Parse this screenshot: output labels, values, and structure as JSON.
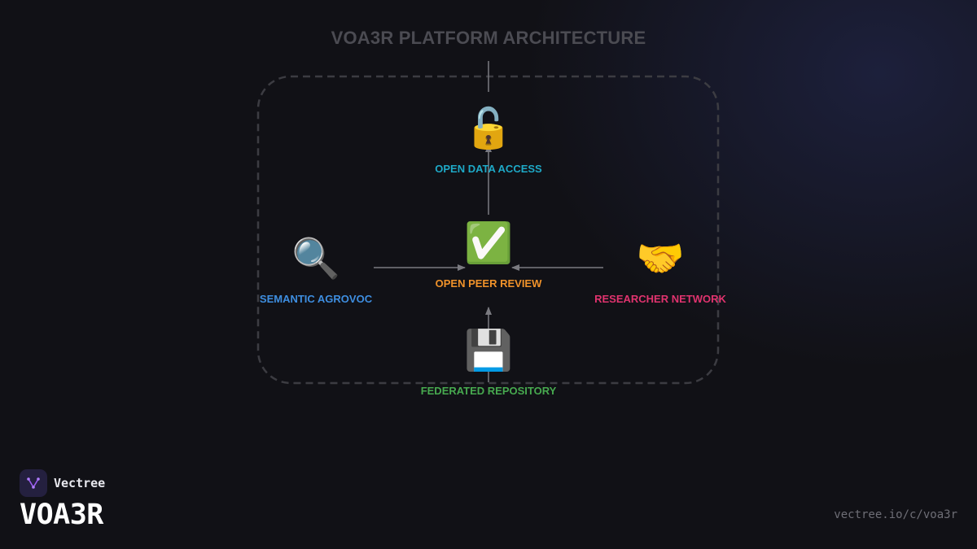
{
  "diagram": {
    "title": "VOA3R PLATFORM ARCHITECTURE",
    "nodes": [
      {
        "id": "open-data-access",
        "label": "OPEN DATA ACCESS",
        "icon": "🔓",
        "icon_name": "unlocked-padlock-icon",
        "color": "#1ea9c7"
      },
      {
        "id": "open-peer-review",
        "label": "OPEN PEER REVIEW",
        "icon": "✅",
        "icon_name": "check-mark-icon",
        "color": "#f0922a"
      },
      {
        "id": "semantic-agrovoc",
        "label": "SEMANTIC AGROVOC",
        "icon": "🔍",
        "icon_name": "magnifying-glass-icon",
        "color": "#3e8ee0"
      },
      {
        "id": "researcher-network",
        "label": "RESEARCHER NETWORK",
        "icon": "🤝",
        "icon_name": "handshake-icon",
        "color": "#e0336e"
      },
      {
        "id": "federated-repository",
        "label": "FEDERATED REPOSITORY",
        "icon": "💾",
        "icon_name": "floppy-disk-icon",
        "color": "#47a94f"
      }
    ],
    "edges": [
      {
        "from": "open-peer-review",
        "to": "open-data-access"
      },
      {
        "from": "semantic-agrovoc",
        "to": "open-peer-review"
      },
      {
        "from": "researcher-network",
        "to": "open-peer-review"
      },
      {
        "from": "federated-repository",
        "to": "open-peer-review"
      }
    ],
    "colors": {
      "frame": "#3c3c42",
      "connector": "#7a7a80"
    }
  },
  "brand": {
    "company": "Vectree",
    "product": "VOA3R",
    "url": "vectree.io/c/voa3r"
  }
}
